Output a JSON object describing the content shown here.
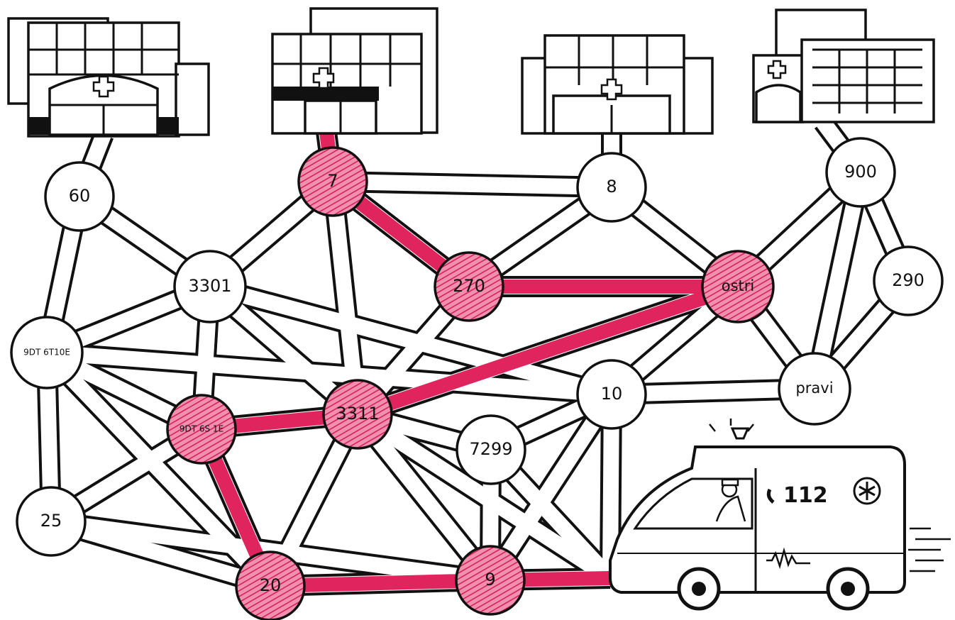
{
  "nodes": [
    {
      "id": "n60",
      "label": "60",
      "highlighted": false
    },
    {
      "id": "n7",
      "label": "7",
      "highlighted": true
    },
    {
      "id": "n8",
      "label": "8",
      "highlighted": false
    },
    {
      "id": "n900",
      "label": "900",
      "highlighted": false
    },
    {
      "id": "n3301",
      "label": "3301",
      "highlighted": false
    },
    {
      "id": "n270",
      "label": "270",
      "highlighted": true
    },
    {
      "id": "nostri",
      "label": "ostri",
      "highlighted": true
    },
    {
      "id": "n290",
      "label": "290",
      "highlighted": false
    },
    {
      "id": "n9dt6t10e",
      "label": "9DT 6T10E",
      "highlighted": false
    },
    {
      "id": "n10",
      "label": "10",
      "highlighted": false
    },
    {
      "id": "npravi",
      "label": "pravi",
      "highlighted": false
    },
    {
      "id": "n9dt6s1e",
      "label": "9DT 6S 1E",
      "highlighted": true
    },
    {
      "id": "n3311",
      "label": "3311",
      "highlighted": true
    },
    {
      "id": "n7299",
      "label": "7299",
      "highlighted": false
    },
    {
      "id": "n25",
      "label": "25",
      "highlighted": false
    },
    {
      "id": "n20",
      "label": "20",
      "highlighted": true
    },
    {
      "id": "n9",
      "label": "9",
      "highlighted": true
    }
  ],
  "ambulance": {
    "number": "112"
  },
  "colors": {
    "route": "#e0245e",
    "ink": "#111111",
    "background": "#ffffff"
  }
}
